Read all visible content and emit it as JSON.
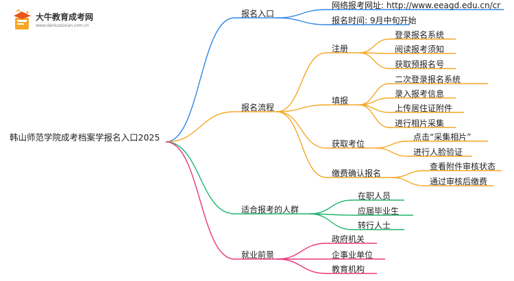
{
  "logo": {
    "title": "大牛教育成考网",
    "subtitle": "www.daniuzaixian.com.cn"
  },
  "root": "韩山师范学院成考档案学报名入口2025",
  "colors": {
    "blue": "#2f86e6",
    "orange": "#f5a623",
    "green": "#1fb36b",
    "pink": "#e8367c"
  },
  "branches": [
    {
      "label": "报名入口",
      "color": "blue",
      "children": [
        {
          "label": "网络报考网址: http://www.eeagd.edu.cn/cr"
        },
        {
          "label": "报名时间: 9月中旬开始"
        }
      ]
    },
    {
      "label": "报名流程",
      "color": "orange",
      "children": [
        {
          "label": "注册",
          "children": [
            "登录报名系统",
            "阅读报考须知",
            "获取预报名号"
          ]
        },
        {
          "label": "填报",
          "children": [
            "二次登录报名系统",
            "录入报考信息",
            "上传居住证附件",
            "进行相片采集"
          ]
        },
        {
          "label": "获取考位",
          "children": [
            "点击“采集相片”",
            "进行人脸验证"
          ]
        },
        {
          "label": "缴费确认报名",
          "children": [
            "查看附件审核状态",
            "通过审核后缴费"
          ]
        }
      ]
    },
    {
      "label": "适合报考的人群",
      "color": "green",
      "children": [
        {
          "label": "在职人员"
        },
        {
          "label": "应届毕业生"
        },
        {
          "label": "转行人士"
        }
      ]
    },
    {
      "label": "就业前景",
      "color": "pink",
      "children": [
        {
          "label": "政府机关"
        },
        {
          "label": "企事业单位"
        },
        {
          "label": "教育机构"
        }
      ]
    }
  ]
}
